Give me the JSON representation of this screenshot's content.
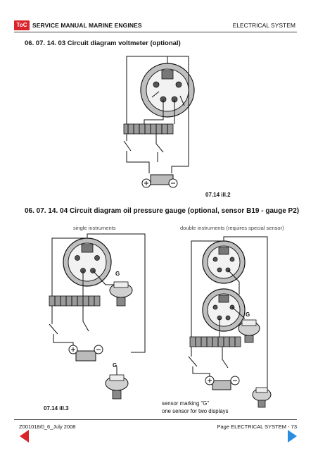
{
  "header": {
    "logo_text": "ToC",
    "title": "SERVICE MANUAL MARINE ENGINES",
    "section": "ELECTRICAL SYSTEM"
  },
  "section1": {
    "heading": "06. 07. 14. 03  Circuit diagram voltmeter (optional)",
    "illustration_label": "07.14 ill.2"
  },
  "section2": {
    "heading": "06. 07. 14. 04  Circuit diagram oil pressure gauge  (optional, sensor B19 - gauge P2)",
    "left_caption": "single instruments",
    "right_caption": "double instruments (requires special sensor)",
    "illustration_label": "07.14 ill.3",
    "sensor_letter": "G",
    "note_line1": "sensor marking \"G\"",
    "note_line2": "one sensor for two displays"
  },
  "footer": {
    "doc_id": "Z001018/0_6_July 2008",
    "page": "Page ELECTRICAL SYSTEM - 73"
  },
  "colors": {
    "brand_red": "#d9242b",
    "nav_blue": "#2a8de0"
  },
  "icons": [
    "previous-page-arrow-icon",
    "next-page-arrow-icon"
  ]
}
